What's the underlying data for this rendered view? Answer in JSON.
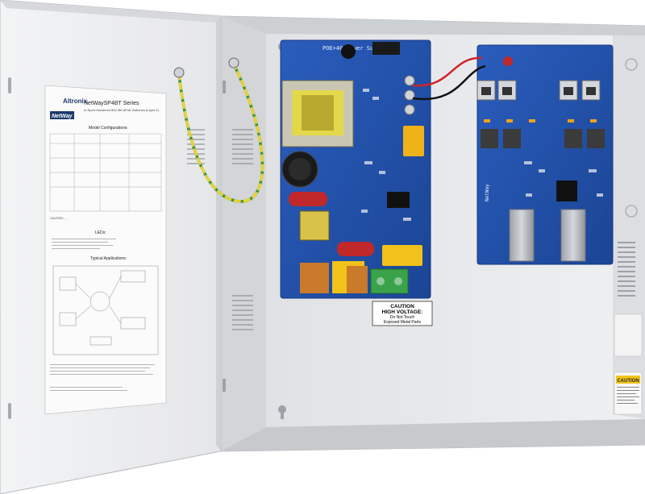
{
  "door_label": {
    "brand": "Altronix",
    "series_title": "NetWaySP4BT Series",
    "subtitle": "In-Sport Hardened 802.3bt &PoE Switches (Layer 2)",
    "logo_text": "NetWay",
    "section_configurations": "Model Configurations:",
    "section_leds": "LEDs:",
    "section_applications": "Typical Applications:",
    "caution_line": "CAUTION: ..."
  },
  "caution_card": {
    "line1": "CAUTION",
    "line2": "HIGH VOLTAGE:",
    "line3": "Do Not Touch",
    "line4": "Exposed Metal Parts"
  },
  "side_caution": {
    "title": "CAUTION"
  },
  "board_labels": {
    "power_board": "POE+40 Power Sup",
    "switch_board": "NetWay"
  },
  "colors": {
    "cabinet": "#e9eaec",
    "cabinet_shadow": "#c9cbcf",
    "pcb_blue": "#1f4fa8",
    "ground_wire_green": "#3a8f3a",
    "ground_wire_yellow": "#e6d23a",
    "sfp_silver": "#b9bcc2",
    "caution_yellow": "#f2c61a"
  }
}
